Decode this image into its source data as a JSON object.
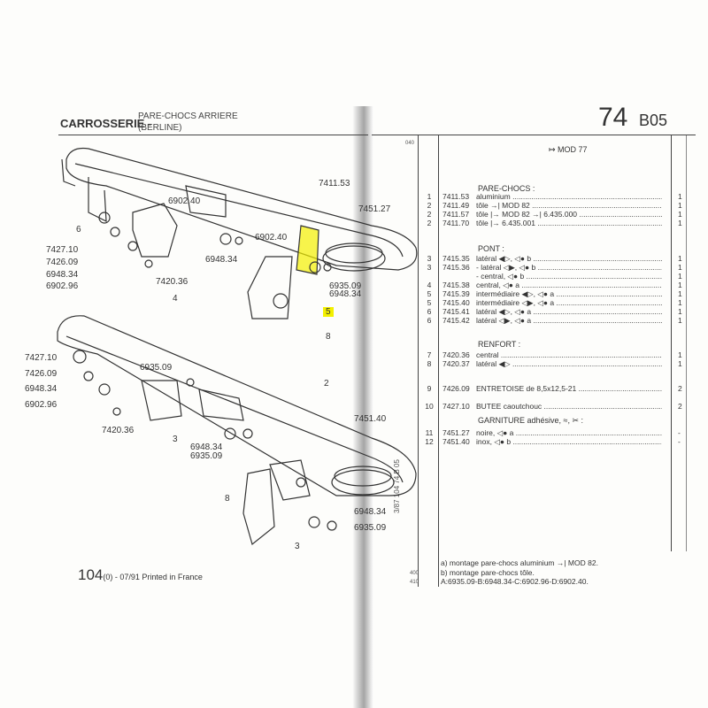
{
  "header": {
    "section": "CARROSSERIE -",
    "subtitle_line1": "PARE-CHOCS ARRIERE",
    "subtitle_line2": "(BERLINE)",
    "group": "74",
    "page_code": "B05",
    "small_code": "040"
  },
  "top_note": "↦ MOD 77",
  "sections": {
    "pare_chocs": "PARE-CHOCS :",
    "pont": "PONT :",
    "renfort": "RENFORT :",
    "garniture": "GARNITURE adhésive, ≈, ✂ :"
  },
  "parts": [
    {
      "ref": "1",
      "code": "7411.53",
      "desc": "aluminium",
      "qty": "1"
    },
    {
      "ref": "2",
      "code": "7411.49",
      "desc": "tôle →| MOD 82",
      "qty": "1"
    },
    {
      "ref": "2",
      "code": "7411.57",
      "desc": "tôle |→ MOD 82 →| 6.435.000",
      "qty": "1"
    },
    {
      "ref": "2",
      "code": "7411.70",
      "desc": "tôle |→ 6.435.001",
      "qty": "1"
    },
    {
      "ref": "3",
      "code": "7415.35",
      "desc": "latéral ◀▷, ◁● b",
      "qty": "1"
    },
    {
      "ref": "3",
      "code": "7415.36",
      "desc": "- latéral ◁▶, ◁● b",
      "qty": "1"
    },
    {
      "ref": "",
      "code": "",
      "desc": "- central, ◁● b",
      "qty": "1"
    },
    {
      "ref": "4",
      "code": "7415.38",
      "desc": "central, ◁● a",
      "qty": "1"
    },
    {
      "ref": "5",
      "code": "7415.39",
      "desc": "intermédiaire ◀▷, ◁● a",
      "qty": "1"
    },
    {
      "ref": "5",
      "code": "7415.40",
      "desc": "intermédiaire ◁▶, ◁● a",
      "qty": "1"
    },
    {
      "ref": "6",
      "code": "7415.41",
      "desc": "latéral ◀▷, ◁● a",
      "qty": "1"
    },
    {
      "ref": "6",
      "code": "7415.42",
      "desc": "latéral ◁▶, ◁● a",
      "qty": "1"
    },
    {
      "ref": "7",
      "code": "7420.36",
      "desc": "central",
      "qty": "1"
    },
    {
      "ref": "8",
      "code": "7420.37",
      "desc": "latéral ◀▷",
      "qty": "1"
    },
    {
      "ref": "9",
      "code": "7426.09",
      "desc": "ENTRETOISE de 8,5x12,5-21",
      "qty": "2"
    },
    {
      "ref": "10",
      "code": "7427.10",
      "desc": "BUTEE caoutchouc",
      "qty": "2"
    },
    {
      "ref": "11",
      "code": "7451.27",
      "desc": "noire, ◁● a",
      "qty": "-"
    },
    {
      "ref": "12",
      "code": "7451.40",
      "desc": "inox, ◁● b",
      "qty": "-"
    }
  ],
  "notes": [
    "a) montage pare-chocs aluminium →| MOD 82.",
    "b) montage pare-chocs tôle.",
    "A:6935.09-B:6948.34-C:6902.96-D:6902.40."
  ],
  "margin": {
    "vertical_ref": "3/87 104 74 B 05",
    "n400": "400",
    "n410": "410"
  },
  "footer": {
    "model": "104",
    "suffix": "(0)",
    "text": " - 07/91 Printed in France"
  },
  "callouts_top": [
    "7411.53",
    "7451.27",
    "6902.40",
    "6902.40",
    "6935.09",
    "6948.34",
    "6948.34",
    "7420.36",
    "4",
    "5",
    "8",
    "6",
    "7427.10",
    "7426.09",
    "6948.34",
    "6902.96"
  ],
  "callouts_bottom": [
    "7427.10",
    "7426.09",
    "6948.34",
    "6902.96",
    "6935.09",
    "2",
    "7451.40",
    "7420.36",
    "3",
    "6948.34",
    "6935.09",
    "8",
    "3",
    "6948.34",
    "6935.09"
  ],
  "highlight_color": "#f3f000"
}
